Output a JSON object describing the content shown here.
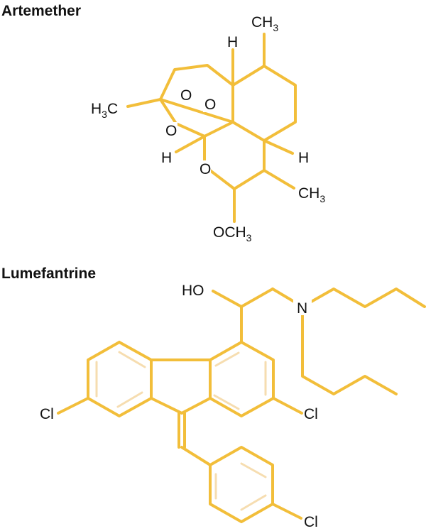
{
  "colors": {
    "bond": "#F2BE3A",
    "inner_bond": "#F6DDB0",
    "text": "#111111",
    "background": "#FFFFFF"
  },
  "artemether": {
    "title": "Artemether",
    "labels": {
      "ch3_top": "CH",
      "ch3_top_sub": "3",
      "h_top": "H",
      "h3c_main": "H",
      "h3c_sub": "3",
      "h3c_c": "C",
      "o1": "O",
      "o2": "O",
      "o3": "O",
      "o4": "O",
      "h_left": "H",
      "h_right": "H",
      "ch3_right": "CH",
      "ch3_right_sub": "3",
      "och3_main": "OCH",
      "och3_sub": "3"
    }
  },
  "lumefantrine": {
    "title": "Lumefantrine",
    "labels": {
      "ho": "HO",
      "n": "N",
      "cl_left": "Cl",
      "cl_right": "Cl",
      "cl_bottom": "Cl"
    }
  }
}
